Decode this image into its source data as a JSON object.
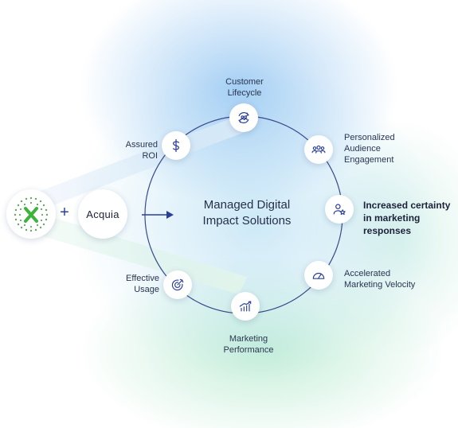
{
  "center": {
    "title_line1": "Managed Digital",
    "title_line2": "Impact Solutions"
  },
  "partners": {
    "left_logo_icon": "x-logo-icon",
    "plus": "+",
    "acquia": "Acquia"
  },
  "colors": {
    "ring": "#3a4a8c",
    "arrow": "#2a3f9a",
    "icon": "#2a3f9a",
    "logo_green": "#3cb43c"
  },
  "nodes": [
    {
      "id": "customer-lifecycle",
      "icon": "cycle-people-icon",
      "lines": [
        "Customer",
        "Lifecycle"
      ]
    },
    {
      "id": "personalized-audience-engagement",
      "icon": "people-group-icon",
      "lines": [
        "Personalized",
        "Audience",
        "Engagement"
      ]
    },
    {
      "id": "increased-certainty",
      "icon": "user-star-icon",
      "lines": [
        "Increased certainty",
        "in marketing",
        "responses"
      ]
    },
    {
      "id": "accelerated-marketing-velocity",
      "icon": "speedometer-icon",
      "lines": [
        "Accelerated",
        "Marketing Velocity"
      ]
    },
    {
      "id": "marketing-performance",
      "icon": "bar-chart-icon",
      "lines": [
        "Marketing",
        "Performance"
      ]
    },
    {
      "id": "effective-usage",
      "icon": "target-icon",
      "lines": [
        "Effective",
        "Usage"
      ]
    },
    {
      "id": "assured-roi",
      "icon": "dollar-icon",
      "lines": [
        "Assured",
        "ROI"
      ]
    }
  ]
}
